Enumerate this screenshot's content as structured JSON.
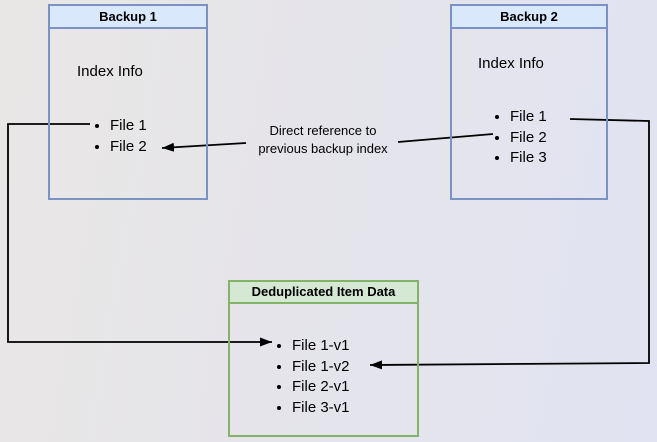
{
  "diagram": {
    "boxes": {
      "backup1": {
        "title": "Backup 1",
        "subtitle": "Index Info",
        "items": [
          "File 1",
          "File 2"
        ]
      },
      "backup2": {
        "title": "Backup 2",
        "subtitle": "Index Info",
        "items": [
          "File 1",
          "File 2",
          "File 3"
        ]
      },
      "dedup": {
        "title": "Deduplicated Item Data",
        "items": [
          "File 1-v1",
          "File 1-v2",
          "File 2-v1",
          "File 3-v1"
        ]
      }
    },
    "annotations": {
      "direct_reference": {
        "line1": "Direct reference to",
        "line2": "previous backup index"
      }
    },
    "colors": {
      "blue_box_border": "#7a93c3",
      "blue_box_header_fill": "#dae8fc",
      "green_box_border": "#82b366",
      "green_box_header_fill": "#d5e8d4",
      "connector_line": "#000000",
      "background_left": "#e9e7e5",
      "background_right": "#e1e3f2"
    }
  }
}
